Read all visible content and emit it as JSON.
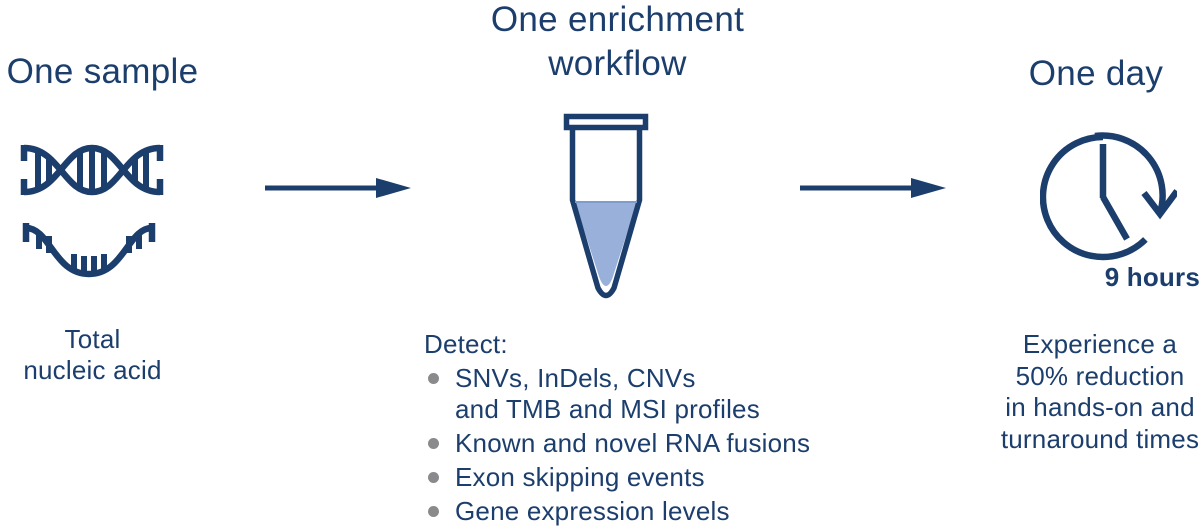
{
  "colors": {
    "navy": "#1c3e6d",
    "tube_fill": "#98b0da",
    "bullet_gray": "#8a8a8c",
    "background": "#ffffff"
  },
  "sample": {
    "heading": "One sample",
    "caption_lines": [
      "Total",
      "nucleic acid"
    ]
  },
  "workflow": {
    "heading_lines": [
      "One enrichment",
      "workflow"
    ],
    "detect_label": "Detect:",
    "items": [
      {
        "lines": [
          "SNVs, InDels, CNVs",
          "and TMB and MSI profiles"
        ]
      },
      {
        "lines": [
          "Known and novel RNA fusions"
        ]
      },
      {
        "lines": [
          "Exon skipping events"
        ]
      },
      {
        "lines": [
          "Gene expression levels"
        ]
      }
    ]
  },
  "day": {
    "heading": "One day",
    "clock_label": "9 hours",
    "caption_lines": [
      "Experience a",
      "50% reduction",
      "in hands-on and",
      "turnaround times"
    ]
  }
}
